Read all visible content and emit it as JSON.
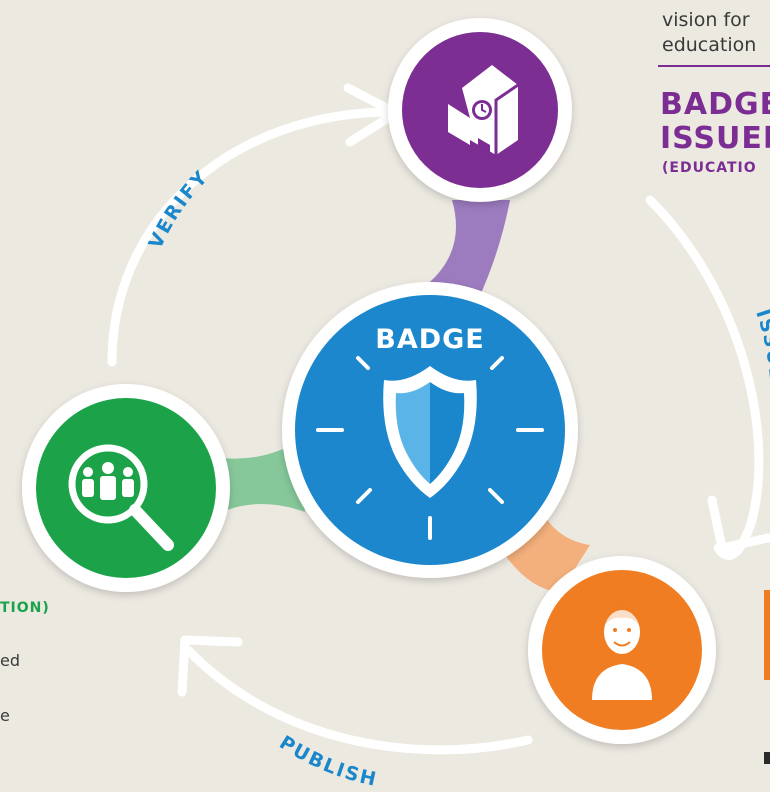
{
  "center": {
    "label": "BADGE",
    "color": "#1a87cc"
  },
  "nodes": {
    "issuer": {
      "title_line1": "BADGE",
      "title_line2": "ISSUER",
      "subtitle": "(EDUCATIO",
      "color": "#7b2d93",
      "icon": "school-building-icon"
    },
    "consumer": {
      "subtitle": "TION)",
      "color": "#1aa34a",
      "icon": "people-search-icon"
    },
    "earner": {
      "color": "#f07d22",
      "icon": "person-icon"
    }
  },
  "top_text": {
    "line1": "vision for",
    "line2": "education"
  },
  "arrows": {
    "verify": "VERIFY",
    "publish": "PUBLISH",
    "issue": "ISSUE"
  },
  "left_fragments": {
    "line1": "ed",
    "line2": "e"
  },
  "colors": {
    "background": "#ece9e1",
    "label_blue": "#1a87cc",
    "ring": "#ffffff"
  }
}
